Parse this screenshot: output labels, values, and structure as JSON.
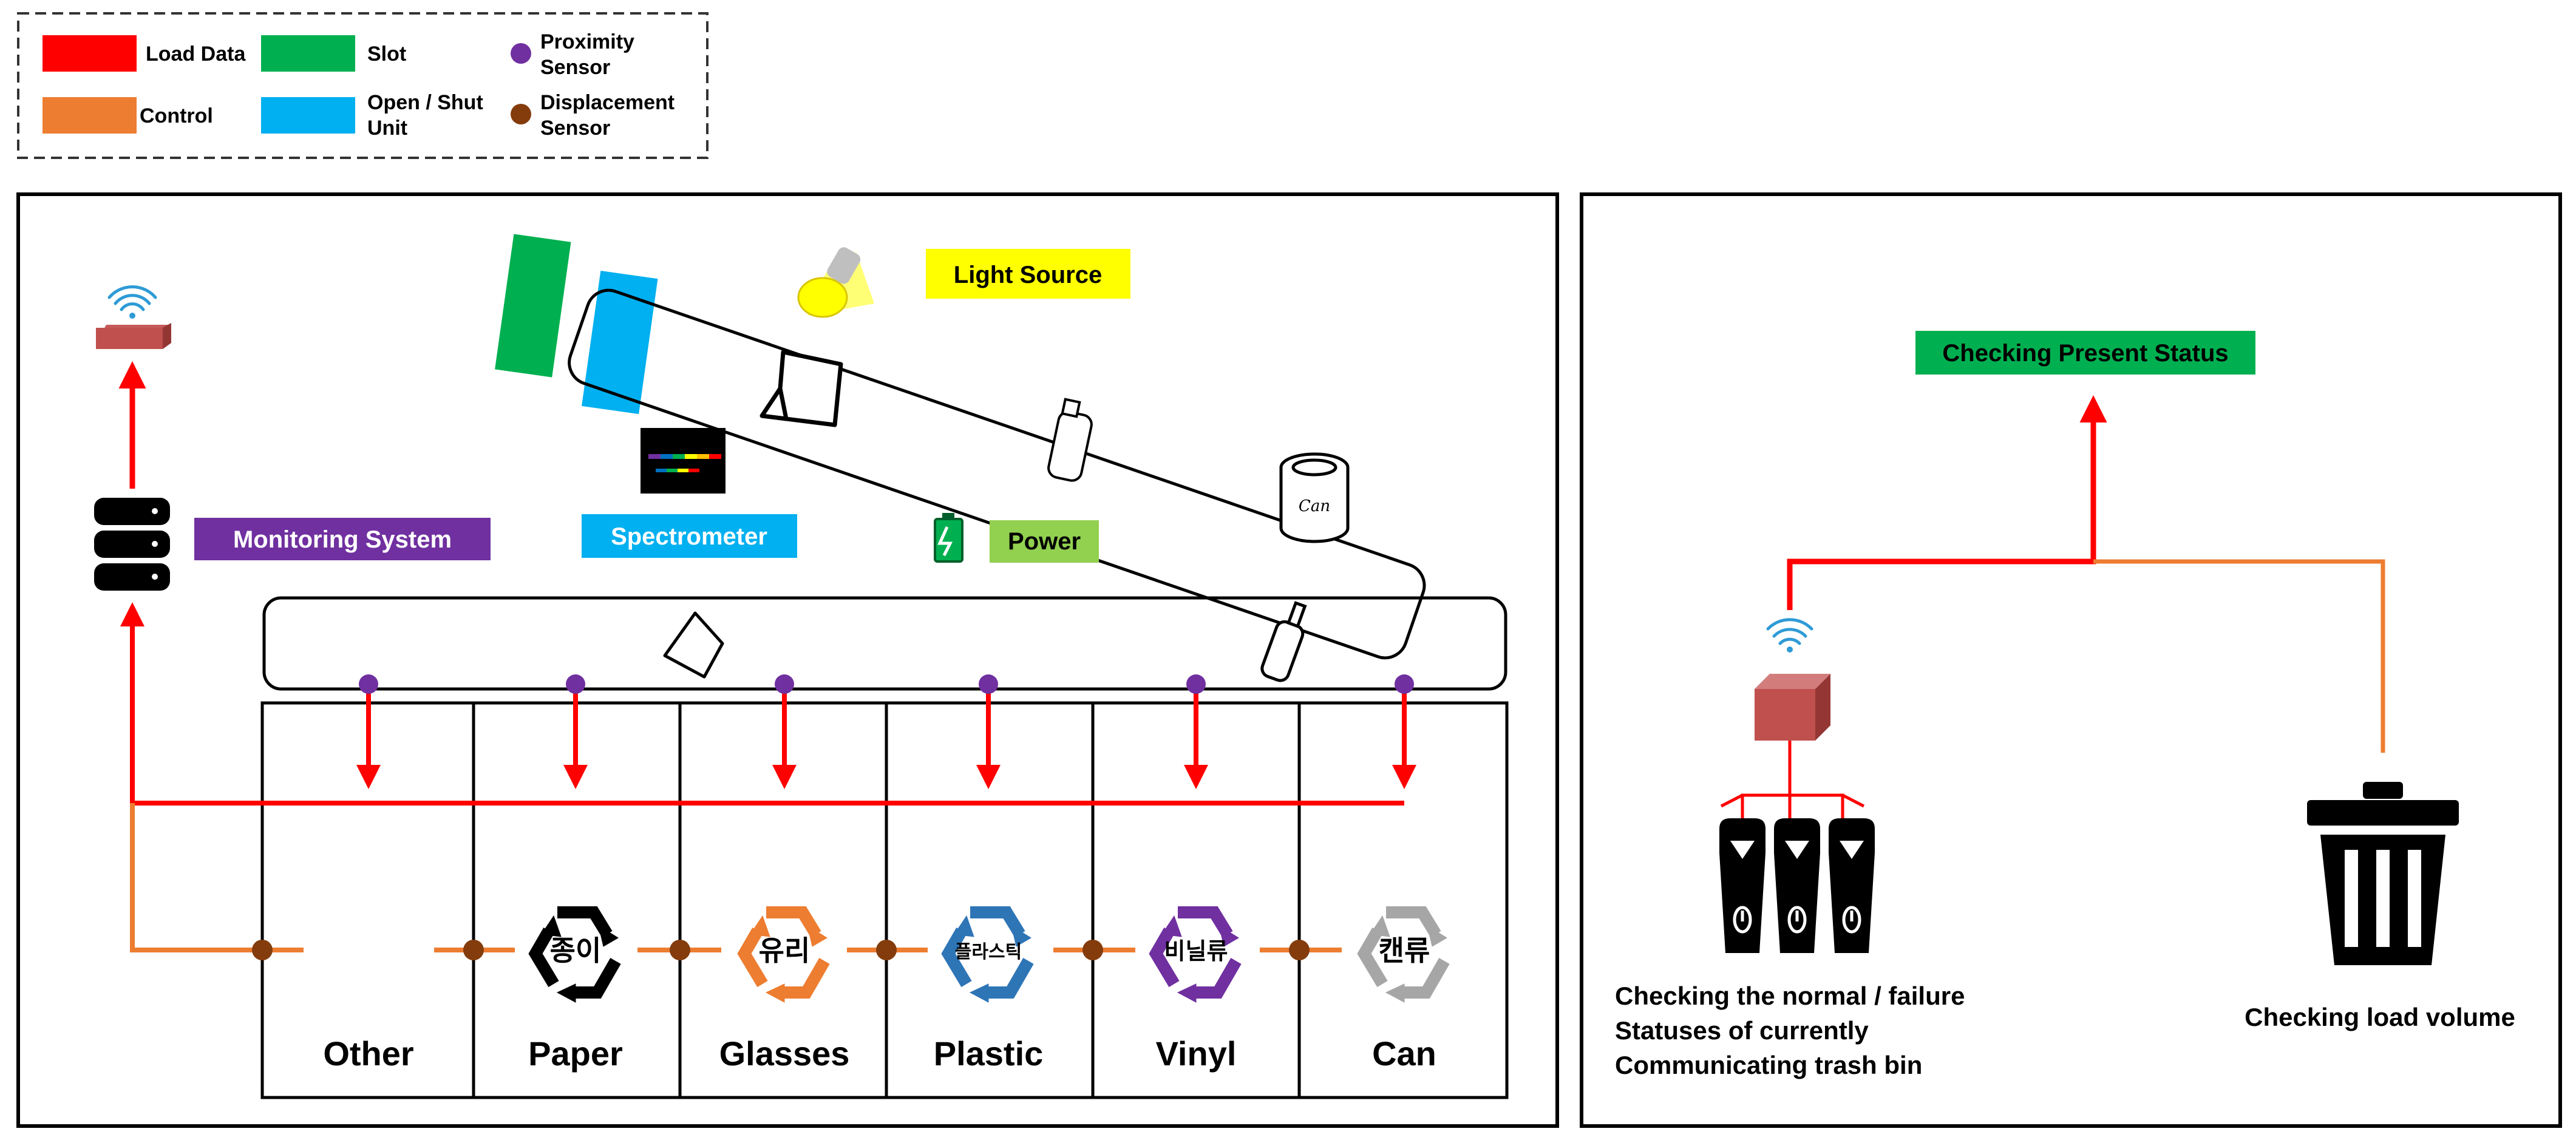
{
  "legend": {
    "items": [
      {
        "label": "Load Data",
        "kind": "swatch",
        "color": "#ff0000"
      },
      {
        "label": "Control",
        "kind": "swatch",
        "color": "#ed7d31"
      },
      {
        "label": "Slot",
        "kind": "swatch",
        "color": "#00b050"
      },
      {
        "label": "Open / Shut",
        "label2": "Unit",
        "kind": "swatch",
        "color": "#00b0f0"
      },
      {
        "label": "Proximity",
        "label2": "Sensor",
        "kind": "dot",
        "color": "#7030a0"
      },
      {
        "label": "Displacement",
        "label2": "Sensor",
        "kind": "dot",
        "color": "#843c0c"
      }
    ]
  },
  "left_panel": {
    "monitoring_label": "Monitoring System",
    "spectrometer_label": "Spectrometer",
    "light_source_label": "Light Source",
    "power_label": "Power",
    "bins": [
      {
        "label": "Other",
        "korean": "",
        "color": ""
      },
      {
        "label": "Paper",
        "korean": "종이",
        "color": "#000000"
      },
      {
        "label": "Glasses",
        "korean": "유리",
        "color": "#ed7d31"
      },
      {
        "label": "Plastic",
        "korean": "플라스틱",
        "color": "#2e75b6"
      },
      {
        "label": "Vinyl",
        "korean": "비닐류",
        "color": "#7030a0"
      },
      {
        "label": "Can",
        "korean": "캔류",
        "color": "#a6a6a6"
      }
    ]
  },
  "right_panel": {
    "status_label": "Checking Present Status",
    "normal_failure_lines": [
      "Checking the normal / failure",
      "Statuses of currently",
      "Communicating trash bin"
    ],
    "load_volume_label": "Checking load volume"
  },
  "colors": {
    "load_data": "#ff0000",
    "control": "#ed7d31",
    "slot": "#00b050",
    "open_shut": "#00b0f0",
    "proximity": "#7030a0",
    "displacement": "#843c0c",
    "monitoring_bg": "#7030a0",
    "spectrometer_bg": "#00b0f0",
    "light_bg": "#ffff00",
    "power_bg": "#92d050",
    "status_bg": "#00b050"
  },
  "icons": [
    "wifi-icon",
    "router-icon",
    "database-icon",
    "light-bulb-icon",
    "spectrum-icon",
    "battery-icon",
    "paper-icon",
    "bottle-icon",
    "can-icon",
    "recycle-icon",
    "trash-can-icon",
    "smart-bin-icon",
    "arrow-icon"
  ]
}
